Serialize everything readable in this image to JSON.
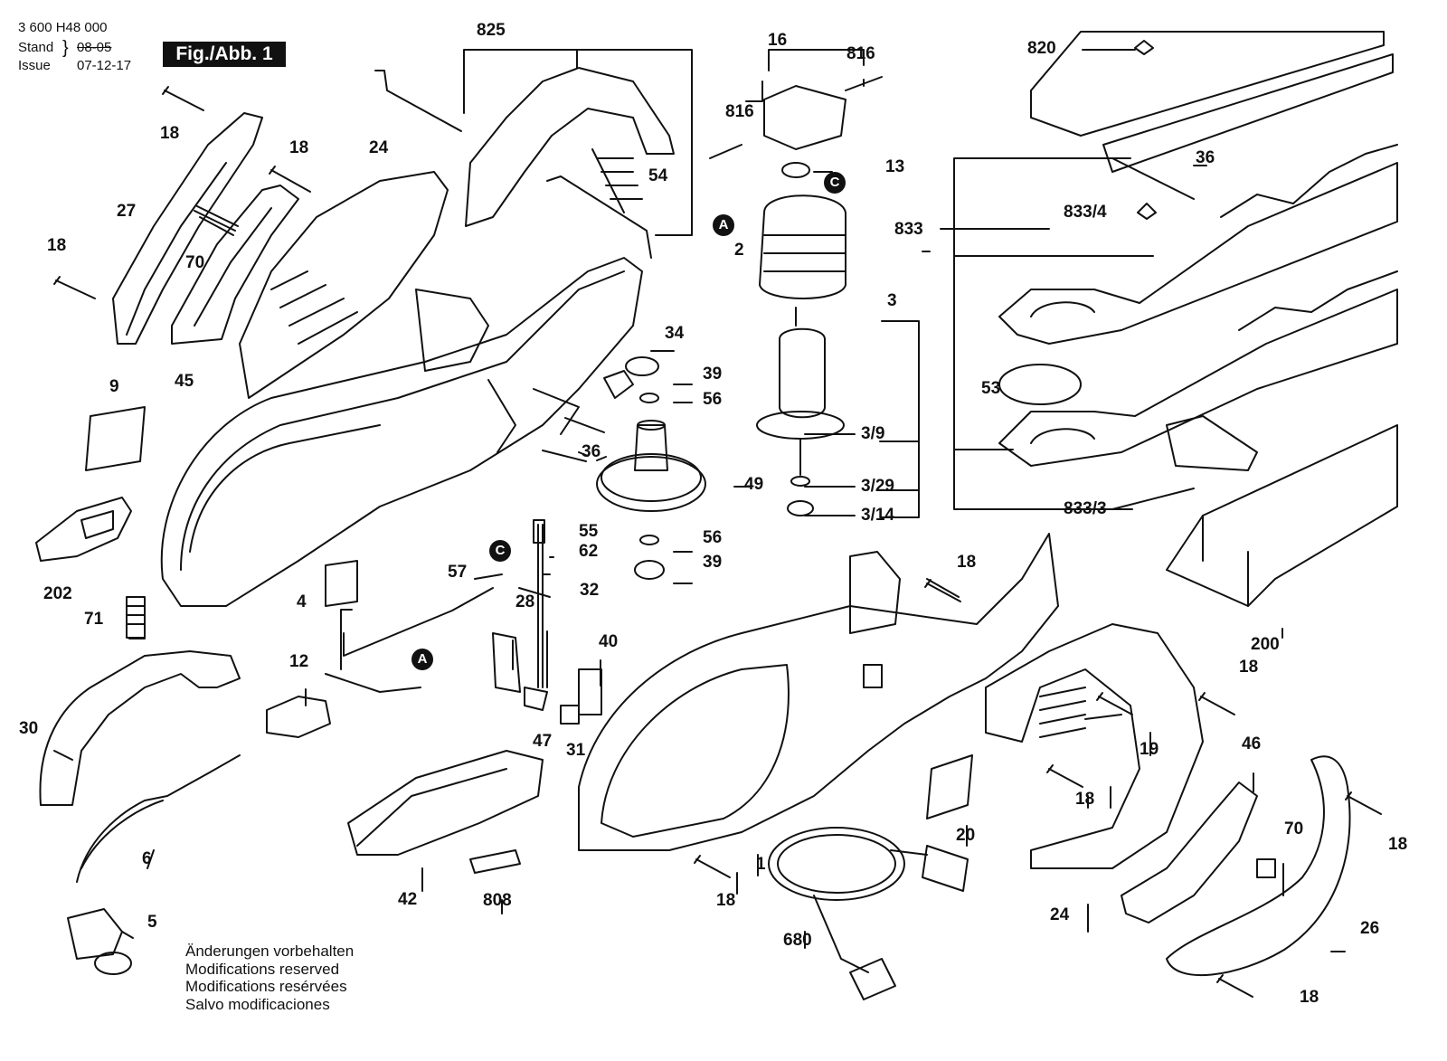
{
  "header": {
    "doc_number": "3 600 H48 000",
    "stand_label": "Stand",
    "issue_label": "Issue",
    "old_date": "08-05",
    "date": "07-12-17",
    "figure_title": "Fig./Abb. 1"
  },
  "notes": [
    "Änderungen vorbehalten",
    "Modifications reserved",
    "Modifications resérvées",
    "Salvo modificaciones"
  ],
  "callouts": {
    "a": "A",
    "c": "C"
  },
  "part_labels": {
    "p825": "825",
    "p16": "16",
    "p816a": "816",
    "p816b": "816",
    "p820": "820",
    "p18a": "18",
    "p18b": "18",
    "p18c": "18",
    "p18d": "18",
    "p18e": "18",
    "p18f": "18",
    "p18g": "18",
    "p18h": "18",
    "p18i": "18",
    "p24a": "24",
    "p24b": "24",
    "p27": "27",
    "p70a": "70",
    "p70b": "70",
    "p45": "45",
    "p54": "54",
    "p13": "13",
    "p2": "2",
    "p3": "3",
    "p3_9": "3/9",
    "p3_29": "3/29",
    "p3_14": "3/14",
    "p36a": "36",
    "p36b": "36",
    "p833": "833",
    "p833_4": "833/4",
    "p833_3": "833/3",
    "p53": "53",
    "p34": "34",
    "p39a": "39",
    "p39b": "39",
    "p56a": "56",
    "p56b": "56",
    "p49": "49",
    "p9": "9",
    "p202": "202",
    "p55": "55",
    "p62": "62",
    "p57": "57",
    "p32": "32",
    "p4": "4",
    "p71": "71",
    "p28": "28",
    "p40": "40",
    "p12": "12",
    "p30": "30",
    "p47": "47",
    "p31": "31",
    "p6": "6",
    "p42": "42",
    "p808": "808",
    "p5": "5",
    "p1": "1",
    "p680": "680",
    "p20": "20",
    "p19": "19",
    "p46": "46",
    "p26": "26",
    "p200": "200"
  }
}
